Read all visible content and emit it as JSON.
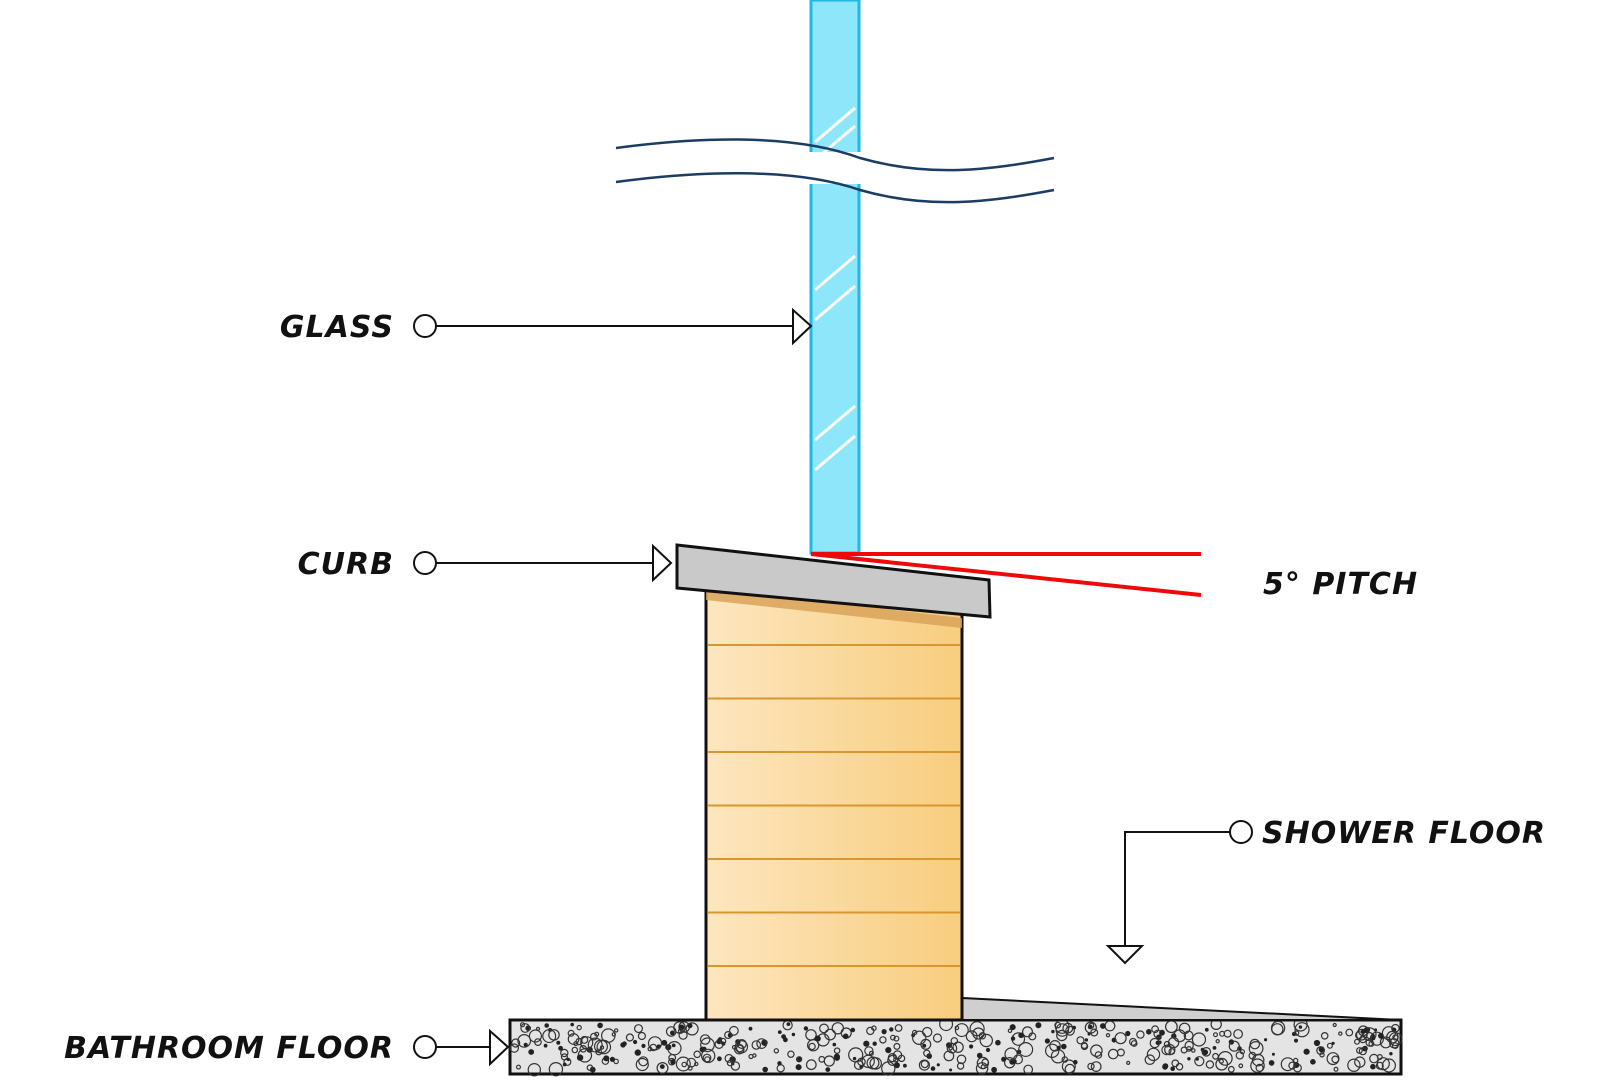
{
  "labels": {
    "glass": "GLASS",
    "curb": "CURB",
    "pitch": "5° PITCH",
    "shower_floor": "SHOWER FLOOR",
    "bathroom_floor": "BATHROOM FLOOR"
  },
  "colors": {
    "glass_fill": "#8ee6fb",
    "glass_stroke": "#1fb7e6",
    "curb_fill": "#c9c9c9",
    "wood_light": "#fde6bf",
    "wood_dark": "#f8cd7e",
    "wood_line": "#d9962f",
    "pitch_line": "#ef0a0a",
    "break_line": "#1b3d63",
    "concrete_fill": "#e4e4e4"
  }
}
